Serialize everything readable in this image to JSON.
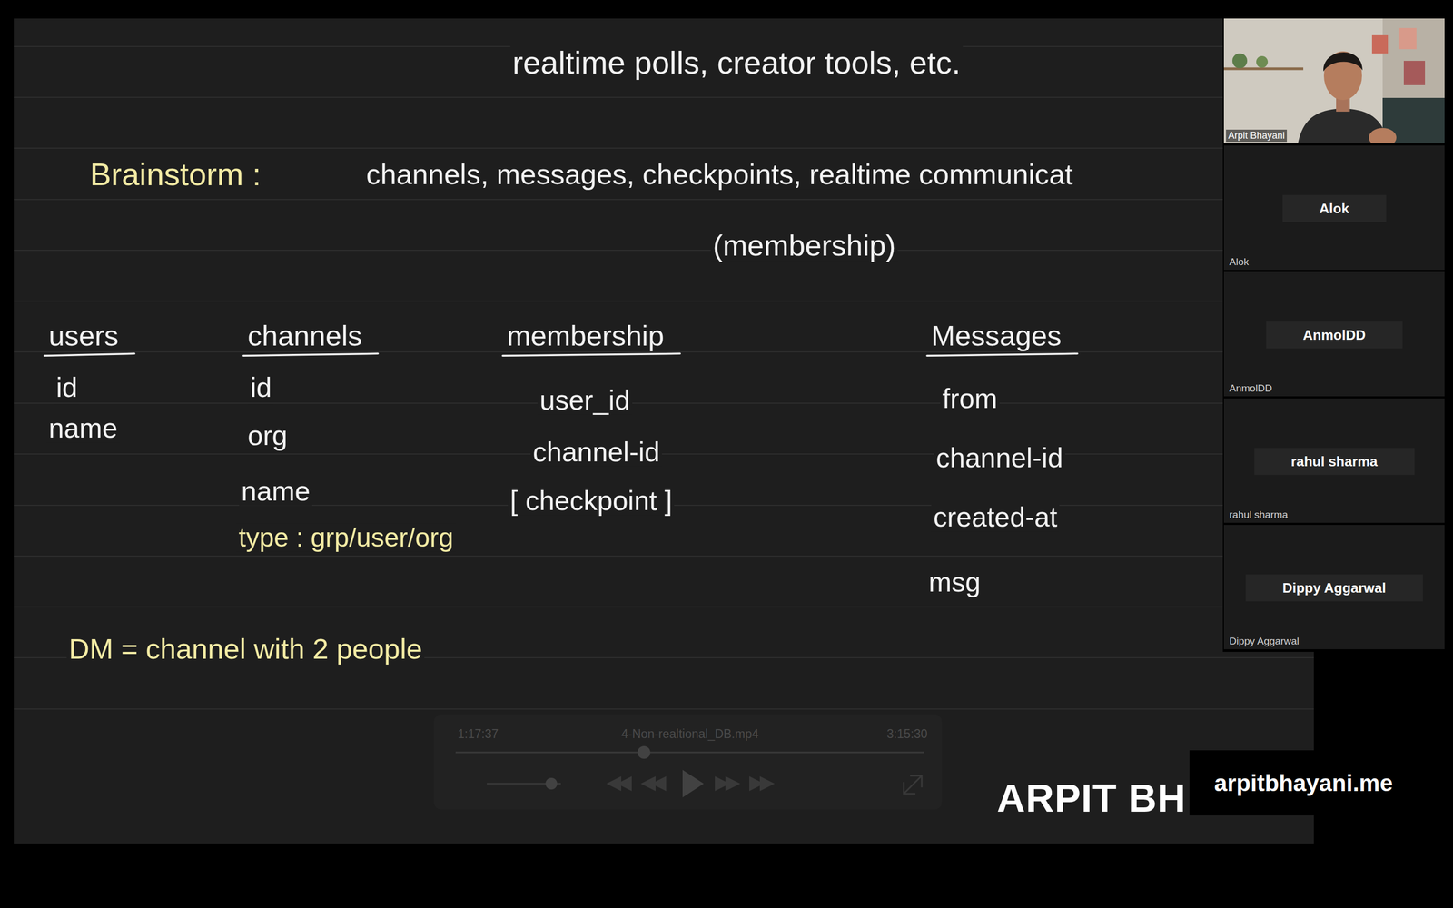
{
  "diagram": {
    "nodes": [
      {
        "text": [
          "Arpit Bhayani"
        ]
      },
      {
        "text": [
          "Alok",
          "Alok"
        ]
      },
      {
        "text": [
          "AnmolDD",
          "AnmolDD"
        ]
      },
      {
        "text": [
          "rahul sharma",
          "rahul sharma"
        ]
      },
      {
        "text": [
          "Dippy Aggarwal",
          "Dippy Aggarwal"
        ]
      },
      {
        "text": [
          "arpitbhayani.me"
        ]
      }
    ],
    "labels": [
      "realtime polls, creator tools, etc.",
      "Brainstorm :",
      "channels, messages, checkpoints, realtime communicat",
      "(membership)",
      "users",
      "channels",
      "membership",
      "Messages",
      "id",
      "name",
      "id",
      "org",
      "name",
      "type : grp/user/org",
      "user_id",
      "channel-id",
      "[ checkpoint ]",
      "from",
      "channel-id",
      "created-at",
      "msg",
      "DM = channel with 2 people",
      "1:17:37",
      "4-Non-realtional_DB.mp4",
      "3:15:30",
      "ARPIT BH"
    ]
  }
}
